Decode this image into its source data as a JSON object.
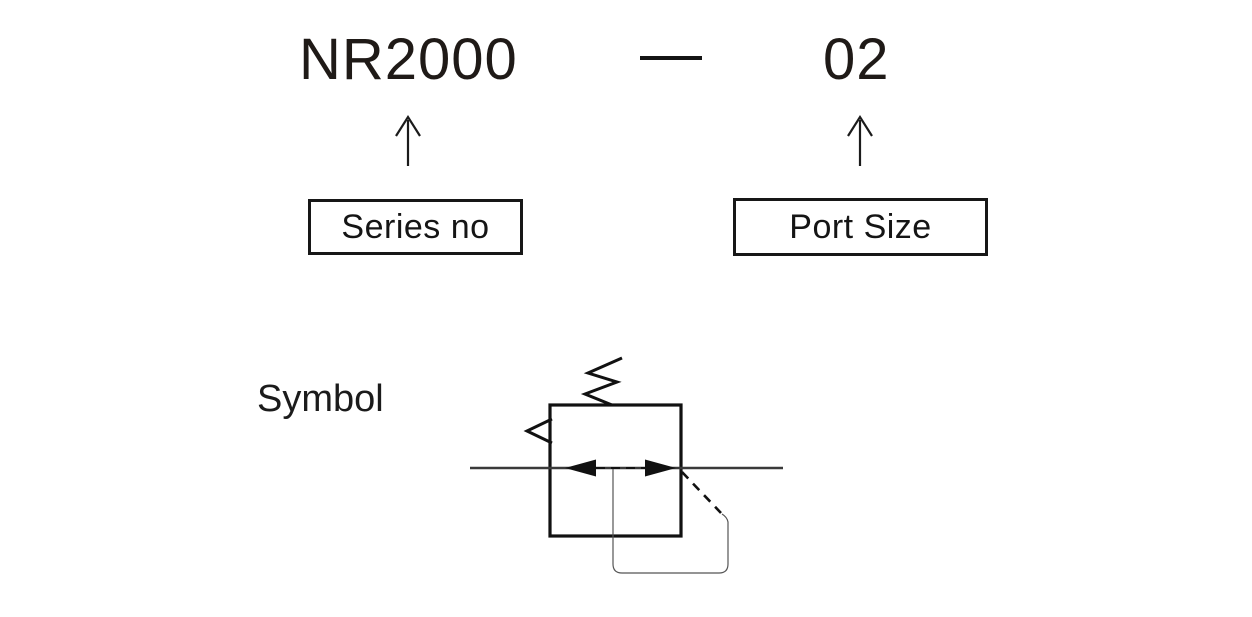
{
  "colors": {
    "background": "#ffffff",
    "ink": "#1b1b1b",
    "flow_line": "#3a3a3a"
  },
  "ordering_code": {
    "series_value": "NR2000",
    "separator": "—",
    "port_value": "02"
  },
  "callouts": {
    "series": {
      "label": "Series no"
    },
    "port": {
      "label": "Port Size"
    }
  },
  "symbol_section": {
    "label": "Symbol"
  },
  "icons": {
    "up_arrow": "up-arrow-icon",
    "spring": "spring-zigzag-icon",
    "relief": "relief-vent-icon",
    "regulator": "regulator-symbol"
  }
}
